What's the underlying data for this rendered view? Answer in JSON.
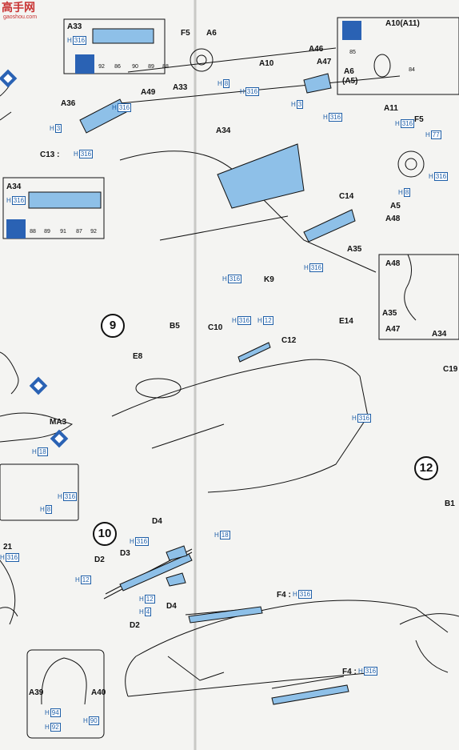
{
  "watermark": {
    "title": "高手网",
    "url": "gaoshou.com"
  },
  "steps": [
    "9",
    "10",
    "12"
  ],
  "colors": {
    "part_fill": "#8ec0e8",
    "ink": "#111111",
    "callout_blue": "#1f5fa8",
    "decal_blue": "#2a62b4",
    "watermark_red": "#c83232"
  },
  "labels": {
    "a33": "A33",
    "f5_top": "F5",
    "a6": "A6",
    "a10a11": "A10(A11)",
    "a6a5": "A6",
    "a5paren": "(A5)",
    "a46": "A46",
    "a47": "A47",
    "a10": "A10",
    "a33b": "A33",
    "a36": "A36",
    "a49": "A49",
    "a34": "A34",
    "c13": "C13 :",
    "a11": "A11",
    "f5_right": "F5",
    "c14": "C14",
    "a5": "A5",
    "a48": "A48",
    "a35": "A35",
    "k9": "K9",
    "a34box": "A34",
    "d_a48": "A48",
    "d_a35": "A35",
    "d_a47": "A47",
    "d_a34": "A34",
    "b5": "B5",
    "c10": "C10",
    "e8": "E8",
    "c12": "C12",
    "e14": "E14",
    "c19": "C19",
    "ma3": "MA3",
    "a21": "21",
    "d4a": "D4",
    "d2a": "D2",
    "d3": "D3",
    "d4b": "D4",
    "d2b": "D2",
    "f4a": "F4 :",
    "f4b": "F4 :",
    "a39": "A39",
    "a40": "A40",
    "b1": "B1"
  },
  "callouts": {
    "h316": "316",
    "h8": "8",
    "h3": "3",
    "h77": "77",
    "h12": "12",
    "h18": "18",
    "h4": "4",
    "h94": "94",
    "h92": "92",
    "h90": "90"
  },
  "decal_numbers": {
    "box_a33": [
      "92",
      "86",
      "90",
      "89",
      "88"
    ],
    "box_a34": [
      "88",
      "89",
      "91",
      "87",
      "92"
    ],
    "wheel": [
      "85",
      "84"
    ]
  }
}
